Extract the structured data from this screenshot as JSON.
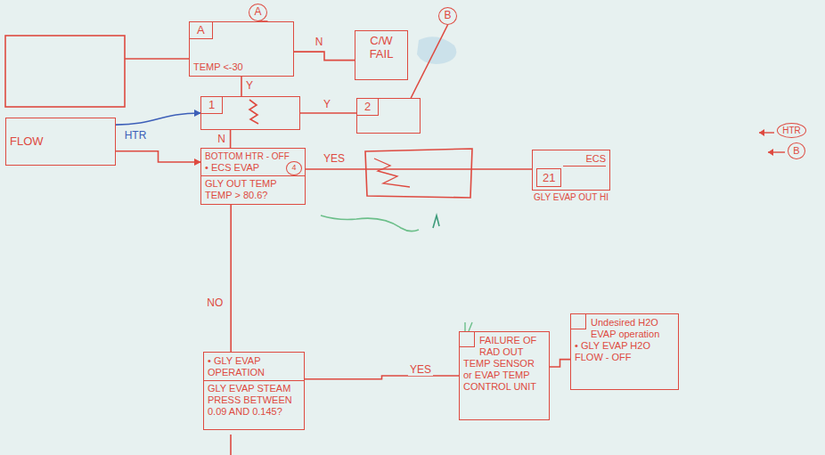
{
  "diagram": {
    "nodes": [
      {
        "text": [
          "A"
        ]
      },
      {
        "text": [
          "B"
        ]
      },
      {
        "text": [
          "A",
          "TEMP <-30"
        ]
      },
      {
        "text": [
          "C/W FAIL"
        ]
      },
      {
        "text": [
          "1"
        ]
      },
      {
        "text": [
          "2"
        ]
      },
      {
        "text": [
          "HTR"
        ]
      },
      {
        "text": [
          "BOTTOM HTR - OFF",
          "• ECS EVAP",
          "GLY OUT TEMP",
          "TEMP > 80.6?"
        ]
      },
      {
        "text": [
          "4"
        ],
        "in": 7
      },
      {
        "text": [
          "FLOW"
        ]
      },
      {
        "text": [
          "ECS",
          "21",
          "GLY EVAP OUT HI"
        ]
      },
      {
        "text": [
          "B"
        ]
      },
      {
        "text": [
          "• GLY EVAP OPERATION",
          "GLY EVAP STEAM PRESS BETWEEN 0.09 AND 0.145?"
        ]
      },
      {
        "text": [
          "FAILURE OF RAD OUT TEMP SENSOR or EVAP TEMP CONTROL UNIT"
        ]
      },
      {
        "text": [
          "Undesired H2O EVAP operation",
          "• GLY EVAP H2O FLOW - OFF"
        ]
      }
    ],
    "edges": [
      {
        "from": 0,
        "to": 2,
        "arrow": "none"
      },
      {
        "from": 1,
        "to": 5,
        "arrow": "none"
      },
      {
        "from": 2,
        "to": 3,
        "label": "N",
        "arrow": "none"
      },
      {
        "from": 2,
        "to": 4,
        "label": "Y",
        "arrow": "none"
      },
      {
        "from": 4,
        "to": 5,
        "label": "Y",
        "arrow": "none"
      },
      {
        "from": 4,
        "to": 7,
        "label": "N",
        "arrow": "none"
      },
      {
        "from": 9,
        "to": 7,
        "arrow": "to"
      },
      {
        "from": 9,
        "to": 4,
        "label": "HTR",
        "arrow": "to"
      },
      {
        "from": 7,
        "to": 10,
        "label": "YES",
        "arrow": "none"
      },
      {
        "from": 7,
        "to": 12,
        "label": "NO",
        "arrow": "none"
      },
      {
        "from": 12,
        "to": 13,
        "label": "YES",
        "arrow": "none"
      },
      {
        "from": 13,
        "to": 14,
        "arrow": "none"
      }
    ]
  }
}
